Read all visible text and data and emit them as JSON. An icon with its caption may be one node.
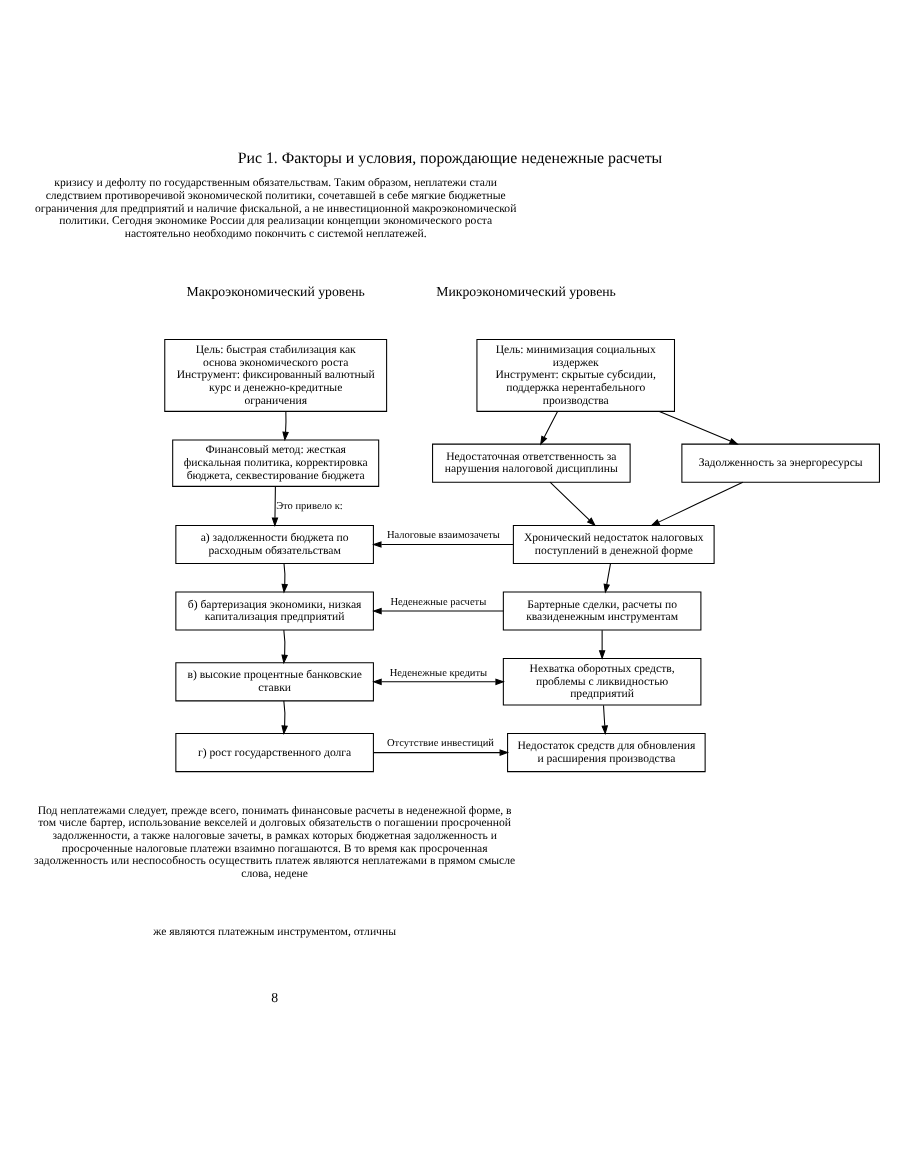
{
  "diagram": {
    "title": "Рис 1. Факторы и условия, порождающие неденежные расчеты",
    "nodes": [
      {
        "text": [
          "Цель: быстрая стабилизация как основа экономического роста",
          "Инструмент: фиксированный валютный курс и денежно-кредитные ограничения"
        ]
      },
      {
        "text": [
          "Цель: минимизация социальных издержек",
          "Инструмент: скрытые субсидии, поддержка нерентабельного производства"
        ]
      },
      {
        "text": [
          "Финансовый метод: жесткая фискальная политика, корректировка бюджета, секвестирование бюджета"
        ]
      },
      {
        "text": [
          "Задолженность за энергоресурсы"
        ]
      },
      {
        "text": [
          "Недостаточная ответственность за нарушения налоговой дисциплины"
        ]
      },
      {
        "text": [
          "а) задолженности бюджета по расходным обязательствам"
        ]
      },
      {
        "text": [
          "Хронический недостаток налоговых поступлений в денежной форме"
        ]
      },
      {
        "text": [
          "б) бартеризация экономики, низкая капитализация предприятий"
        ]
      },
      {
        "text": [
          "Бартерные сделки, расчеты по квазиденежным инструментам"
        ]
      },
      {
        "text": [
          "в) высокие процентные банковские ставки"
        ]
      },
      {
        "text": [
          "Нехватка оборотных средств, проблемы с ликвидностью предприятий"
        ]
      },
      {
        "text": [
          "г) рост государственного долга"
        ]
      },
      {
        "text": [
          "Недостаток средств для обновления и расширения производства"
        ]
      }
    ],
    "edges": [
      {
        "from": 0,
        "to": 2,
        "arrow": "to"
      },
      {
        "from": 2,
        "to": 5,
        "arrow": "to",
        "label": "Это привело к:"
      },
      {
        "from": 1,
        "to": 3,
        "arrow": "to"
      },
      {
        "from": 1,
        "to": 4,
        "arrow": "to"
      },
      {
        "from": 3,
        "to": 6,
        "arrow": "to"
      },
      {
        "from": 4,
        "to": 6,
        "arrow": "to"
      },
      {
        "from": 6,
        "to": 5,
        "arrow": "to",
        "label": "Налоговые взаимозачеты"
      },
      {
        "from": 5,
        "to": 7,
        "arrow": "to"
      },
      {
        "from": 6,
        "to": 8,
        "arrow": "to"
      },
      {
        "from": 8,
        "to": 7,
        "arrow": "to",
        "label": "Неденежные расчеты"
      },
      {
        "from": 7,
        "to": 9,
        "arrow": "to"
      },
      {
        "from": 8,
        "to": 10,
        "arrow": "to"
      },
      {
        "from": 10,
        "to": 9,
        "arrow": "both",
        "label": "Неденежные кредиты"
      },
      {
        "from": 9,
        "to": 11,
        "arrow": "to"
      },
      {
        "from": 10,
        "to": 12,
        "arrow": "to"
      },
      {
        "from": 11,
        "to": 12,
        "arrow": "to",
        "label": "Отсутствие инвестиций"
      }
    ],
    "labels": [
      "кризису и дефолту по государственным обязательствам. Таким образом, неплатежи стали следствием противоречивой экономической политики, сочетавшей в себе мягкие бюджетные ограничения для предприятий и наличие фискальной, а не инвестиционной макроэкономической политики. Сегодня экономике России для реализации концепции экономического роста настоятельно необходимо покончить с системой неплатежей.",
      "Макроэкономический уровень",
      "Микроэкономический уровень",
      "Под неплатежами следует, прежде всего, понимать финансовые расчеты в неденежной форме, в том числе бартер, использование векселей и долговых обязательств о погашении просроченной задолженности, а также налоговые зачеты, в рамках которых бюджетная задолженность и просроченные налоговые платежи взаимно погашаются. В то время как просроченная задолженность или неспособность осуществить платеж являются неплатежами в прямом смысле слова, недене",
      "же являются платежным инструментом, отличны",
      "8"
    ]
  }
}
